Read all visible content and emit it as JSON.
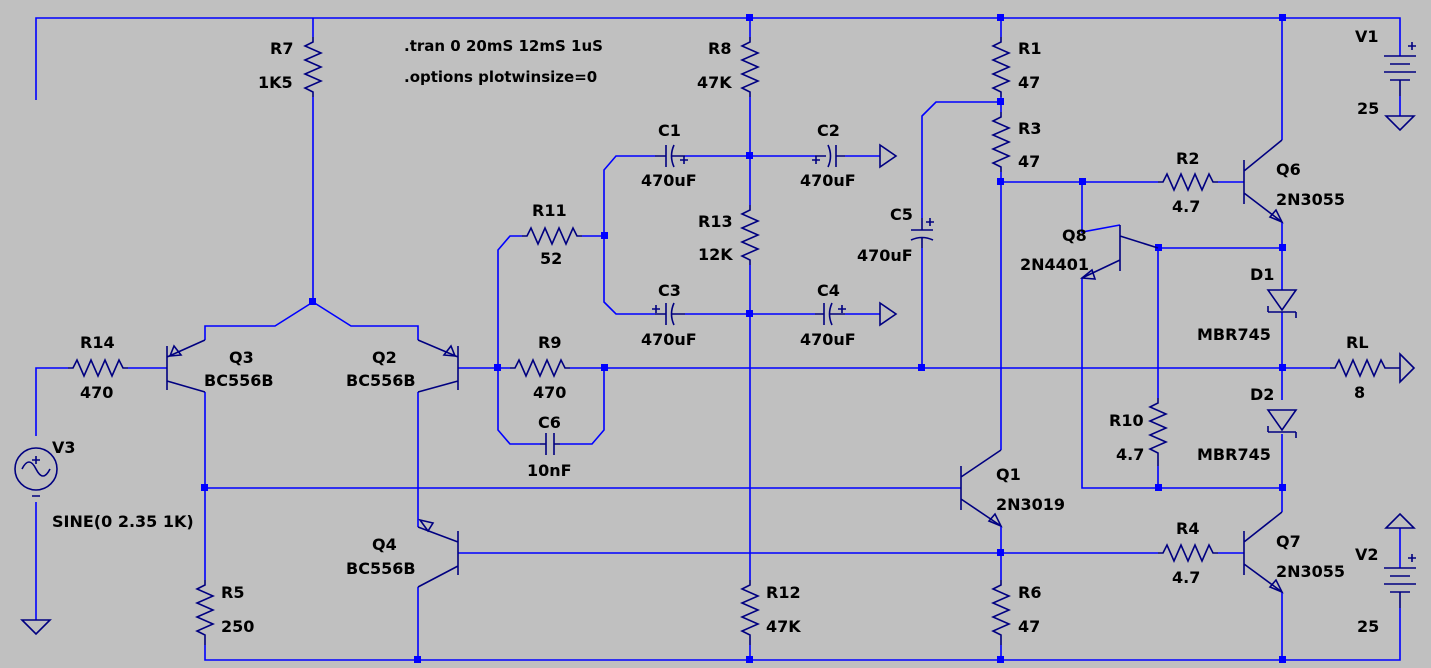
{
  "directives": [
    ".tran 0 20mS 12mS 1uS",
    ".options plotwinsize=0"
  ],
  "colors": {
    "background": "#c0c0c0",
    "wire": "#0000ff",
    "component": "#000080",
    "text": "#000000"
  },
  "components": {
    "R7": {
      "ref": "R7",
      "value": "1K5"
    },
    "R8": {
      "ref": "R8",
      "value": "47K"
    },
    "R1": {
      "ref": "R1",
      "value": "47"
    },
    "R3": {
      "ref": "R3",
      "value": "47"
    },
    "R2": {
      "ref": "R2",
      "value": "4.7"
    },
    "R11": {
      "ref": "R11",
      "value": "52"
    },
    "R13": {
      "ref": "R13",
      "value": "12K"
    },
    "R14": {
      "ref": "R14",
      "value": "470"
    },
    "R9": {
      "ref": "R9",
      "value": "470"
    },
    "R10": {
      "ref": "R10",
      "value": "4.7"
    },
    "RL": {
      "ref": "RL",
      "value": "8"
    },
    "R4": {
      "ref": "R4",
      "value": "4.7"
    },
    "R5": {
      "ref": "R5",
      "value": "250"
    },
    "R12": {
      "ref": "R12",
      "value": "47K"
    },
    "R6": {
      "ref": "R6",
      "value": "47"
    },
    "C1": {
      "ref": "C1",
      "value": "470uF"
    },
    "C2": {
      "ref": "C2",
      "value": "470uF"
    },
    "C3": {
      "ref": "C3",
      "value": "470uF"
    },
    "C4": {
      "ref": "C4",
      "value": "470uF"
    },
    "C5": {
      "ref": "C5",
      "value": "470uF"
    },
    "C6": {
      "ref": "C6",
      "value": "10nF"
    },
    "Q1": {
      "ref": "Q1",
      "value": "2N3019"
    },
    "Q2": {
      "ref": "Q2",
      "value": "BC556B"
    },
    "Q3": {
      "ref": "Q3",
      "value": "BC556B"
    },
    "Q4": {
      "ref": "Q4",
      "value": "BC556B"
    },
    "Q6": {
      "ref": "Q6",
      "value": "2N3055"
    },
    "Q7": {
      "ref": "Q7",
      "value": "2N3055"
    },
    "Q8": {
      "ref": "Q8",
      "value": "2N4401"
    },
    "D1": {
      "ref": "D1",
      "value": "MBR745"
    },
    "D2": {
      "ref": "D2",
      "value": "MBR745"
    },
    "V1": {
      "ref": "V1",
      "value": "25"
    },
    "V2": {
      "ref": "V2",
      "value": "25"
    },
    "V3": {
      "ref": "V3",
      "value": "SINE(0 2.35 1K)"
    }
  }
}
